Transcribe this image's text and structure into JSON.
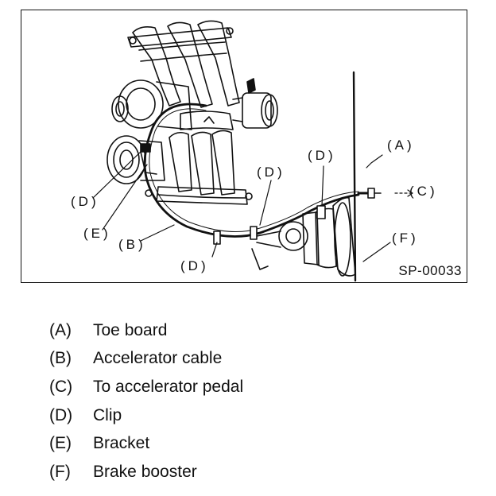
{
  "figure": {
    "code": "SP-00033",
    "callouts": {
      "A": "(A)",
      "B": "(B)",
      "C": "(C)",
      "D1": "(D)",
      "D2": "(D)",
      "D3": "(D)",
      "D4": "(D)",
      "E": "(E)",
      "F": "(F)"
    }
  },
  "legend": [
    {
      "key": "(A)",
      "label": "Toe board"
    },
    {
      "key": "(B)",
      "label": "Accelerator cable"
    },
    {
      "key": "(C)",
      "label": "To accelerator pedal"
    },
    {
      "key": "(D)",
      "label": "Clip"
    },
    {
      "key": "(E)",
      "label": "Bracket"
    },
    {
      "key": "(F)",
      "label": "Brake booster"
    }
  ]
}
